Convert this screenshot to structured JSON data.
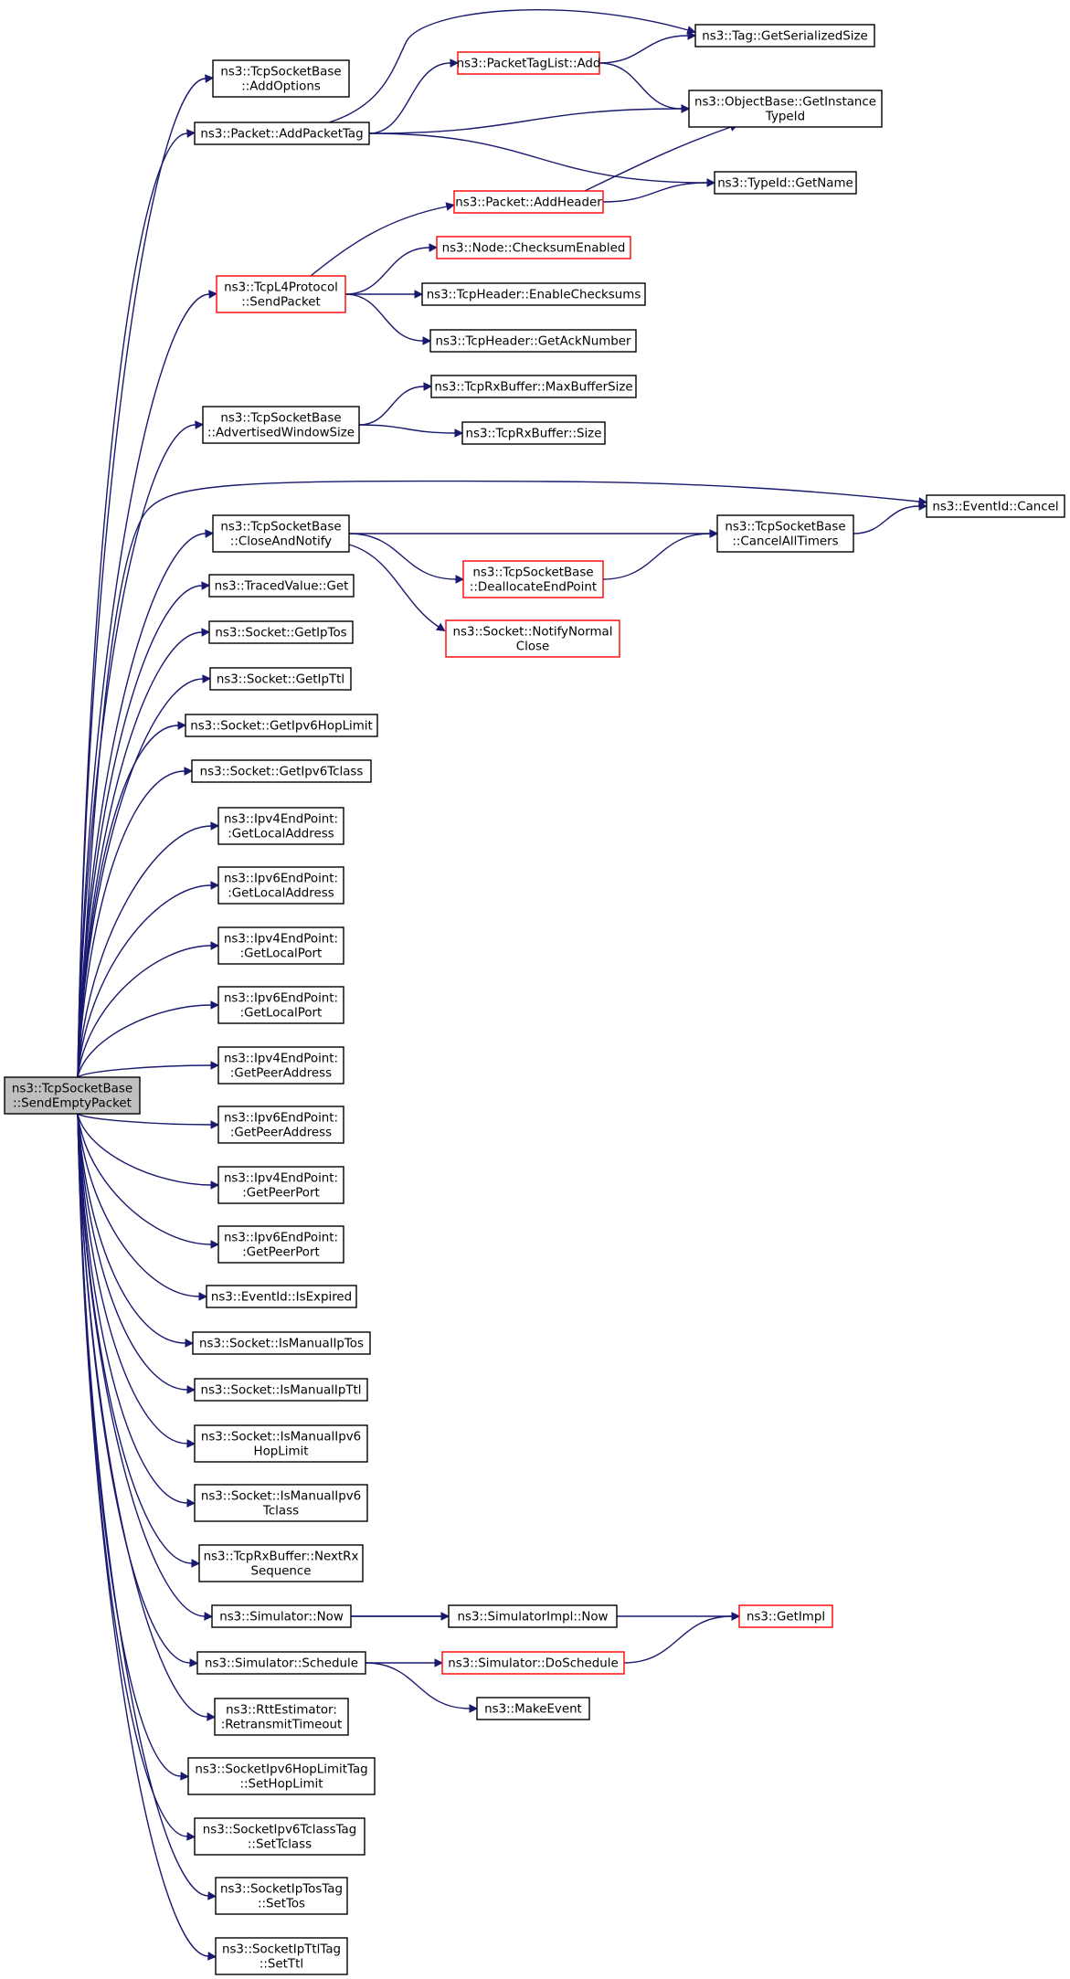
{
  "graph": {
    "colors": {
      "edge": "#191970",
      "box_border": "#000000",
      "box_border_truncated": "#ff0000",
      "root_fill": "#bfbfbf",
      "background": "#ffffff"
    },
    "root": "send_empty_packet",
    "nodes": [
      {
        "id": "send_empty_packet",
        "lines": [
          "ns3::TcpSocketBase",
          "::SendEmptyPacket"
        ],
        "style": "root"
      },
      {
        "id": "add_options",
        "lines": [
          "ns3::TcpSocketBase",
          "::AddOptions"
        ],
        "style": "normal"
      },
      {
        "id": "packet_add_packet_tag",
        "lines": [
          "ns3::Packet::AddPacketTag"
        ],
        "style": "normal"
      },
      {
        "id": "packet_tag_list_add",
        "lines": [
          "ns3::PacketTagList::Add"
        ],
        "style": "truncated"
      },
      {
        "id": "tag_get_serialized_size",
        "lines": [
          "ns3::Tag::GetSerializedSize"
        ],
        "style": "normal"
      },
      {
        "id": "object_base_get_instance_type_id",
        "lines": [
          "ns3::ObjectBase::GetInstance",
          "TypeId"
        ],
        "style": "normal"
      },
      {
        "id": "type_id_get_name",
        "lines": [
          "ns3::TypeId::GetName"
        ],
        "style": "normal"
      },
      {
        "id": "packet_add_header",
        "lines": [
          "ns3::Packet::AddHeader"
        ],
        "style": "truncated"
      },
      {
        "id": "tcp_l4_send_packet",
        "lines": [
          "ns3::TcpL4Protocol",
          "::SendPacket"
        ],
        "style": "truncated"
      },
      {
        "id": "node_checksum_enabled",
        "lines": [
          "ns3::Node::ChecksumEnabled"
        ],
        "style": "truncated"
      },
      {
        "id": "tcp_header_enable_checksums",
        "lines": [
          "ns3::TcpHeader::EnableChecksums"
        ],
        "style": "normal"
      },
      {
        "id": "tcp_header_get_ack_number",
        "lines": [
          "ns3::TcpHeader::GetAckNumber"
        ],
        "style": "normal"
      },
      {
        "id": "advertised_window_size",
        "lines": [
          "ns3::TcpSocketBase",
          "::AdvertisedWindowSize"
        ],
        "style": "normal"
      },
      {
        "id": "rx_buffer_max_buffer_size",
        "lines": [
          "ns3::TcpRxBuffer::MaxBufferSize"
        ],
        "style": "normal"
      },
      {
        "id": "rx_buffer_size",
        "lines": [
          "ns3::TcpRxBuffer::Size"
        ],
        "style": "normal"
      },
      {
        "id": "event_id_cancel",
        "lines": [
          "ns3::EventId::Cancel"
        ],
        "style": "normal"
      },
      {
        "id": "close_and_notify",
        "lines": [
          "ns3::TcpSocketBase",
          "::CloseAndNotify"
        ],
        "style": "normal"
      },
      {
        "id": "cancel_all_timers",
        "lines": [
          "ns3::TcpSocketBase",
          "::CancelAllTimers"
        ],
        "style": "normal"
      },
      {
        "id": "deallocate_end_point",
        "lines": [
          "ns3::TcpSocketBase",
          "::DeallocateEndPoint"
        ],
        "style": "truncated"
      },
      {
        "id": "socket_notify_normal_close",
        "lines": [
          "ns3::Socket::NotifyNormal",
          "Close"
        ],
        "style": "truncated"
      },
      {
        "id": "traced_value_get",
        "lines": [
          "ns3::TracedValue::Get"
        ],
        "style": "normal"
      },
      {
        "id": "socket_get_ip_tos",
        "lines": [
          "ns3::Socket::GetIpTos"
        ],
        "style": "normal"
      },
      {
        "id": "socket_get_ip_ttl",
        "lines": [
          "ns3::Socket::GetIpTtl"
        ],
        "style": "normal"
      },
      {
        "id": "socket_get_ipv6_hop_limit",
        "lines": [
          "ns3::Socket::GetIpv6HopLimit"
        ],
        "style": "normal"
      },
      {
        "id": "socket_get_ipv6_tclass",
        "lines": [
          "ns3::Socket::GetIpv6Tclass"
        ],
        "style": "normal"
      },
      {
        "id": "ipv4_end_point_get_local_address",
        "lines": [
          "ns3::Ipv4EndPoint:",
          ":GetLocalAddress"
        ],
        "style": "normal"
      },
      {
        "id": "ipv6_end_point_get_local_address",
        "lines": [
          "ns3::Ipv6EndPoint:",
          ":GetLocalAddress"
        ],
        "style": "normal"
      },
      {
        "id": "ipv4_end_point_get_local_port",
        "lines": [
          "ns3::Ipv4EndPoint:",
          ":GetLocalPort"
        ],
        "style": "normal"
      },
      {
        "id": "ipv6_end_point_get_local_port",
        "lines": [
          "ns3::Ipv6EndPoint:",
          ":GetLocalPort"
        ],
        "style": "normal"
      },
      {
        "id": "ipv4_end_point_get_peer_address",
        "lines": [
          "ns3::Ipv4EndPoint:",
          ":GetPeerAddress"
        ],
        "style": "normal"
      },
      {
        "id": "ipv6_end_point_get_peer_address",
        "lines": [
          "ns3::Ipv6EndPoint:",
          ":GetPeerAddress"
        ],
        "style": "normal"
      },
      {
        "id": "ipv4_end_point_get_peer_port",
        "lines": [
          "ns3::Ipv4EndPoint:",
          ":GetPeerPort"
        ],
        "style": "normal"
      },
      {
        "id": "ipv6_end_point_get_peer_port",
        "lines": [
          "ns3::Ipv6EndPoint:",
          ":GetPeerPort"
        ],
        "style": "normal"
      },
      {
        "id": "event_id_is_expired",
        "lines": [
          "ns3::EventId::IsExpired"
        ],
        "style": "normal"
      },
      {
        "id": "socket_is_manual_ip_tos",
        "lines": [
          "ns3::Socket::IsManualIpTos"
        ],
        "style": "normal"
      },
      {
        "id": "socket_is_manual_ip_ttl",
        "lines": [
          "ns3::Socket::IsManualIpTtl"
        ],
        "style": "normal"
      },
      {
        "id": "socket_is_manual_ipv6_hop_limit",
        "lines": [
          "ns3::Socket::IsManualIpv6",
          "HopLimit"
        ],
        "style": "normal"
      },
      {
        "id": "socket_is_manual_ipv6_tclass",
        "lines": [
          "ns3::Socket::IsManualIpv6",
          "Tclass"
        ],
        "style": "normal"
      },
      {
        "id": "rx_buffer_next_rx_sequence",
        "lines": [
          "ns3::TcpRxBuffer::NextRx",
          "Sequence"
        ],
        "style": "normal"
      },
      {
        "id": "simulator_now",
        "lines": [
          "ns3::Simulator::Now"
        ],
        "style": "normal"
      },
      {
        "id": "simulator_impl_now",
        "lines": [
          "ns3::SimulatorImpl::Now"
        ],
        "style": "normal"
      },
      {
        "id": "get_impl",
        "lines": [
          "ns3::GetImpl"
        ],
        "style": "truncated"
      },
      {
        "id": "simulator_schedule",
        "lines": [
          "ns3::Simulator::Schedule"
        ],
        "style": "normal"
      },
      {
        "id": "simulator_do_schedule",
        "lines": [
          "ns3::Simulator::DoSchedule"
        ],
        "style": "truncated"
      },
      {
        "id": "make_event",
        "lines": [
          "ns3::MakeEvent"
        ],
        "style": "normal"
      },
      {
        "id": "rtt_estimator_retransmit_timeout",
        "lines": [
          "ns3::RttEstimator:",
          ":RetransmitTimeout"
        ],
        "style": "normal"
      },
      {
        "id": "ipv6_hop_limit_tag_set_hop_limit",
        "lines": [
          "ns3::SocketIpv6HopLimitTag",
          "::SetHopLimit"
        ],
        "style": "normal"
      },
      {
        "id": "ipv6_tclass_tag_set_tclass",
        "lines": [
          "ns3::SocketIpv6TclassTag",
          "::SetTclass"
        ],
        "style": "normal"
      },
      {
        "id": "ip_tos_tag_set_tos",
        "lines": [
          "ns3::SocketIpTosTag",
          "::SetTos"
        ],
        "style": "normal"
      },
      {
        "id": "ip_ttl_tag_set_ttl",
        "lines": [
          "ns3::SocketIpTtlTag",
          "::SetTtl"
        ],
        "style": "normal"
      }
    ],
    "edges": [
      [
        "send_empty_packet",
        "add_options"
      ],
      [
        "send_empty_packet",
        "packet_add_packet_tag"
      ],
      [
        "send_empty_packet",
        "tcp_l4_send_packet"
      ],
      [
        "send_empty_packet",
        "advertised_window_size"
      ],
      [
        "send_empty_packet",
        "event_id_cancel"
      ],
      [
        "send_empty_packet",
        "close_and_notify"
      ],
      [
        "send_empty_packet",
        "traced_value_get"
      ],
      [
        "send_empty_packet",
        "socket_get_ip_tos"
      ],
      [
        "send_empty_packet",
        "socket_get_ip_ttl"
      ],
      [
        "send_empty_packet",
        "socket_get_ipv6_hop_limit"
      ],
      [
        "send_empty_packet",
        "socket_get_ipv6_tclass"
      ],
      [
        "send_empty_packet",
        "ipv4_end_point_get_local_address"
      ],
      [
        "send_empty_packet",
        "ipv6_end_point_get_local_address"
      ],
      [
        "send_empty_packet",
        "ipv4_end_point_get_local_port"
      ],
      [
        "send_empty_packet",
        "ipv6_end_point_get_local_port"
      ],
      [
        "send_empty_packet",
        "ipv4_end_point_get_peer_address"
      ],
      [
        "send_empty_packet",
        "ipv6_end_point_get_peer_address"
      ],
      [
        "send_empty_packet",
        "ipv4_end_point_get_peer_port"
      ],
      [
        "send_empty_packet",
        "ipv6_end_point_get_peer_port"
      ],
      [
        "send_empty_packet",
        "event_id_is_expired"
      ],
      [
        "send_empty_packet",
        "socket_is_manual_ip_tos"
      ],
      [
        "send_empty_packet",
        "socket_is_manual_ip_ttl"
      ],
      [
        "send_empty_packet",
        "socket_is_manual_ipv6_hop_limit"
      ],
      [
        "send_empty_packet",
        "socket_is_manual_ipv6_tclass"
      ],
      [
        "send_empty_packet",
        "rx_buffer_next_rx_sequence"
      ],
      [
        "send_empty_packet",
        "simulator_now"
      ],
      [
        "send_empty_packet",
        "simulator_schedule"
      ],
      [
        "send_empty_packet",
        "rtt_estimator_retransmit_timeout"
      ],
      [
        "send_empty_packet",
        "ipv6_hop_limit_tag_set_hop_limit"
      ],
      [
        "send_empty_packet",
        "ipv6_tclass_tag_set_tclass"
      ],
      [
        "send_empty_packet",
        "ip_tos_tag_set_tos"
      ],
      [
        "send_empty_packet",
        "ip_ttl_tag_set_ttl"
      ],
      [
        "packet_add_packet_tag",
        "packet_tag_list_add"
      ],
      [
        "packet_add_packet_tag",
        "tag_get_serialized_size"
      ],
      [
        "packet_add_packet_tag",
        "object_base_get_instance_type_id"
      ],
      [
        "packet_add_packet_tag",
        "type_id_get_name"
      ],
      [
        "packet_tag_list_add",
        "tag_get_serialized_size"
      ],
      [
        "packet_tag_list_add",
        "object_base_get_instance_type_id"
      ],
      [
        "packet_add_header",
        "object_base_get_instance_type_id"
      ],
      [
        "packet_add_header",
        "type_id_get_name"
      ],
      [
        "tcp_l4_send_packet",
        "packet_add_header"
      ],
      [
        "tcp_l4_send_packet",
        "node_checksum_enabled"
      ],
      [
        "tcp_l4_send_packet",
        "tcp_header_enable_checksums"
      ],
      [
        "tcp_l4_send_packet",
        "tcp_header_get_ack_number"
      ],
      [
        "advertised_window_size",
        "rx_buffer_max_buffer_size"
      ],
      [
        "advertised_window_size",
        "rx_buffer_size"
      ],
      [
        "close_and_notify",
        "cancel_all_timers"
      ],
      [
        "close_and_notify",
        "deallocate_end_point"
      ],
      [
        "close_and_notify",
        "socket_notify_normal_close"
      ],
      [
        "cancel_all_timers",
        "event_id_cancel"
      ],
      [
        "deallocate_end_point",
        "cancel_all_timers"
      ],
      [
        "simulator_now",
        "simulator_impl_now"
      ],
      [
        "simulator_now",
        "get_impl"
      ],
      [
        "simulator_schedule",
        "simulator_do_schedule"
      ],
      [
        "simulator_schedule",
        "make_event"
      ],
      [
        "simulator_do_schedule",
        "get_impl"
      ]
    ]
  }
}
